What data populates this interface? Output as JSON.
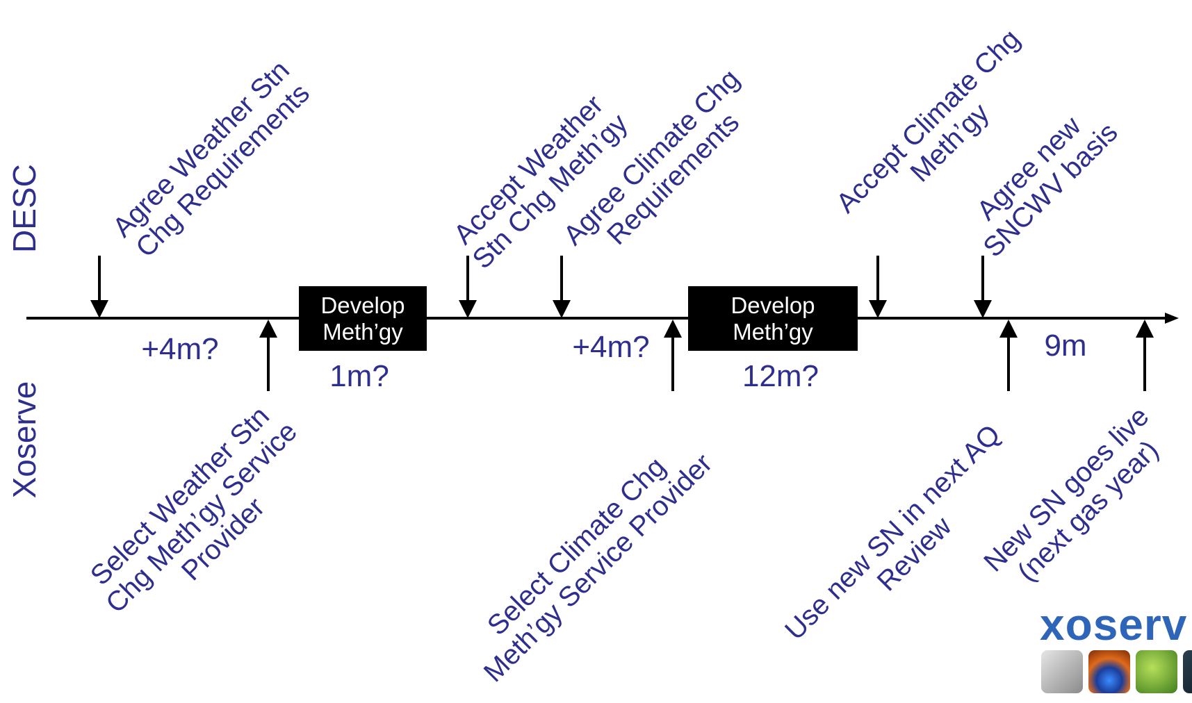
{
  "lanes": {
    "top": "DESC",
    "bottom": "Xoserve"
  },
  "desc_milestones": [
    "Agree Weather Stn\nChg Requirements",
    "Accept Weather\nStn Chg Meth’gy",
    "Agree Climate Chg\nRequirements",
    "Accept Climate Chg\nMeth’gy",
    "Agree new\nSNCWV basis"
  ],
  "xoserve_milestones": [
    "Select Weather Stn\nChg Meth’gy Service\nProvider",
    "Select Climate Chg\nMeth’gy Service Provider",
    "Use new SN in next AQ\nReview",
    "New SN goes live\n(next gas year)"
  ],
  "process_boxes": [
    {
      "label": "Develop\nMeth’gy",
      "duration": "1m?"
    },
    {
      "label": "Develop\nMeth’gy",
      "duration": "12m?"
    }
  ],
  "durations": [
    "+4m?",
    "+4m?",
    "9m"
  ],
  "logo": {
    "text": "xoserv"
  },
  "colors": {
    "text": "#2e2e8f",
    "line": "#000000",
    "box_bg": "#000000",
    "box_text": "#ffffff",
    "logo": "#2f65b8"
  }
}
